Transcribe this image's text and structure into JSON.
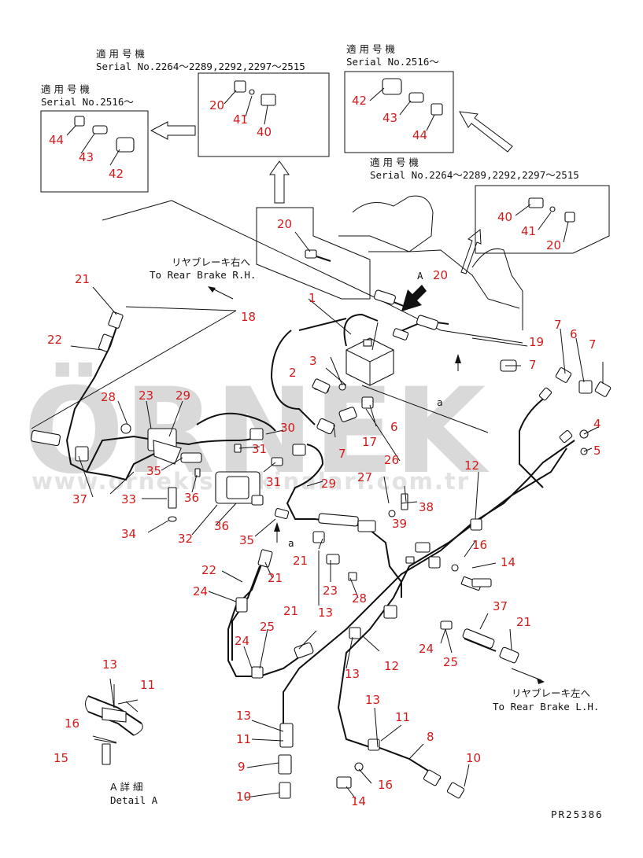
{
  "watermark": {
    "brand": "ÖRNEK",
    "url": "www.ornekismakinalari.com.tr"
  },
  "boxes": {
    "box_a": {
      "line1": "適 用 号 機",
      "line2": "Serial No.2516〜"
    },
    "box_b": {
      "line1": "適 用 号 機",
      "line2": "Serial No.2264〜2289,2292,2297〜2515"
    },
    "box_c": {
      "line1": "適 用 号 機",
      "line2": "Serial No.2516〜"
    },
    "box_d": {
      "line1": "適 用 号 機",
      "line2": "Serial No.2264〜2289,2292,2297〜2515"
    }
  },
  "annotations": {
    "rear_rh_jp": "リヤブレーキ右へ",
    "rear_rh_en": "To Rear Brake R.H.",
    "rear_lh_jp": "リヤブレーキ左へ",
    "rear_lh_en": "To Rear Brake L.H.",
    "detail_jp": "A 詳 細",
    "detail_en": "Detail A",
    "view_A": "A",
    "view_a1": "a",
    "view_a2": "a",
    "code": "PR25386"
  },
  "callouts": {
    "c44a": "44",
    "c43a": "43",
    "c42a": "42",
    "c20b": "20",
    "c41b": "41",
    "c40b": "40",
    "c42c": "42",
    "c43c": "43",
    "c44c": "44",
    "c40d": "40",
    "c41d": "41",
    "c20d": "20",
    "c20e": "20",
    "c20f": "20",
    "c1": "1",
    "c2": "2",
    "c3": "3",
    "c6": "6",
    "c7a": "7",
    "c7b": "7",
    "c7c": "7",
    "c7d": "7",
    "c6b": "6",
    "c4": "4",
    "c5": "5",
    "c17": "17",
    "c18": "18",
    "c19": "19",
    "c26": "26",
    "c21a": "21",
    "c22a": "22",
    "c28a": "28",
    "c23a": "23",
    "c29a": "29",
    "c30": "30",
    "c31a": "31",
    "c31b": "31",
    "c35a": "35",
    "c36a": "36",
    "c37a": "37",
    "c33": "33",
    "c34": "34",
    "c32": "32",
    "c36b": "36",
    "c35b": "35",
    "c29b": "29",
    "c27": "27",
    "c38": "38",
    "c39": "39",
    "c12a": "12",
    "c16a": "16",
    "c14a": "14",
    "c21b": "21",
    "c23b": "23",
    "c28b": "28",
    "c13a": "13",
    "c21c": "21",
    "c22b": "22",
    "c24a": "24",
    "c25a": "25",
    "c21d": "21",
    "c24b": "24",
    "c12b": "12",
    "c13b": "13",
    "c24c": "24",
    "c25b": "25",
    "c37b": "37",
    "c21e": "21",
    "c13c": "13",
    "c11a": "11",
    "c16b": "16",
    "c15": "15",
    "c13d": "13",
    "c11b": "11",
    "c9": "9",
    "c10a": "10",
    "c13e": "13",
    "c11c": "11",
    "c8": "8",
    "c10b": "10",
    "c16c": "16",
    "c14b": "14"
  }
}
